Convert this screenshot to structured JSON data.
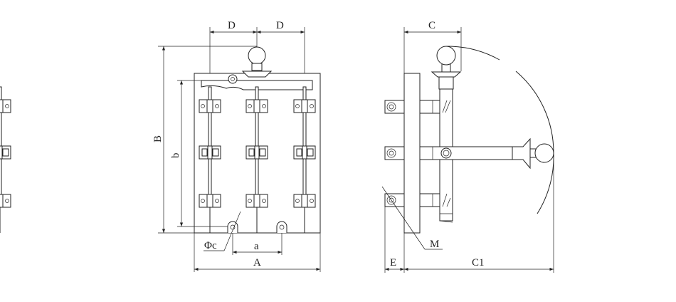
{
  "dimensions": {
    "front": {
      "D_left": "D",
      "D_right": "D",
      "B": "B",
      "b": "b",
      "a": "a",
      "A": "A",
      "phi_c": "Φc"
    },
    "side": {
      "C": "C",
      "C1": "C1",
      "E": "E",
      "M": "M"
    }
  },
  "colors": {
    "line": "#222222",
    "background": "#ffffff"
  }
}
